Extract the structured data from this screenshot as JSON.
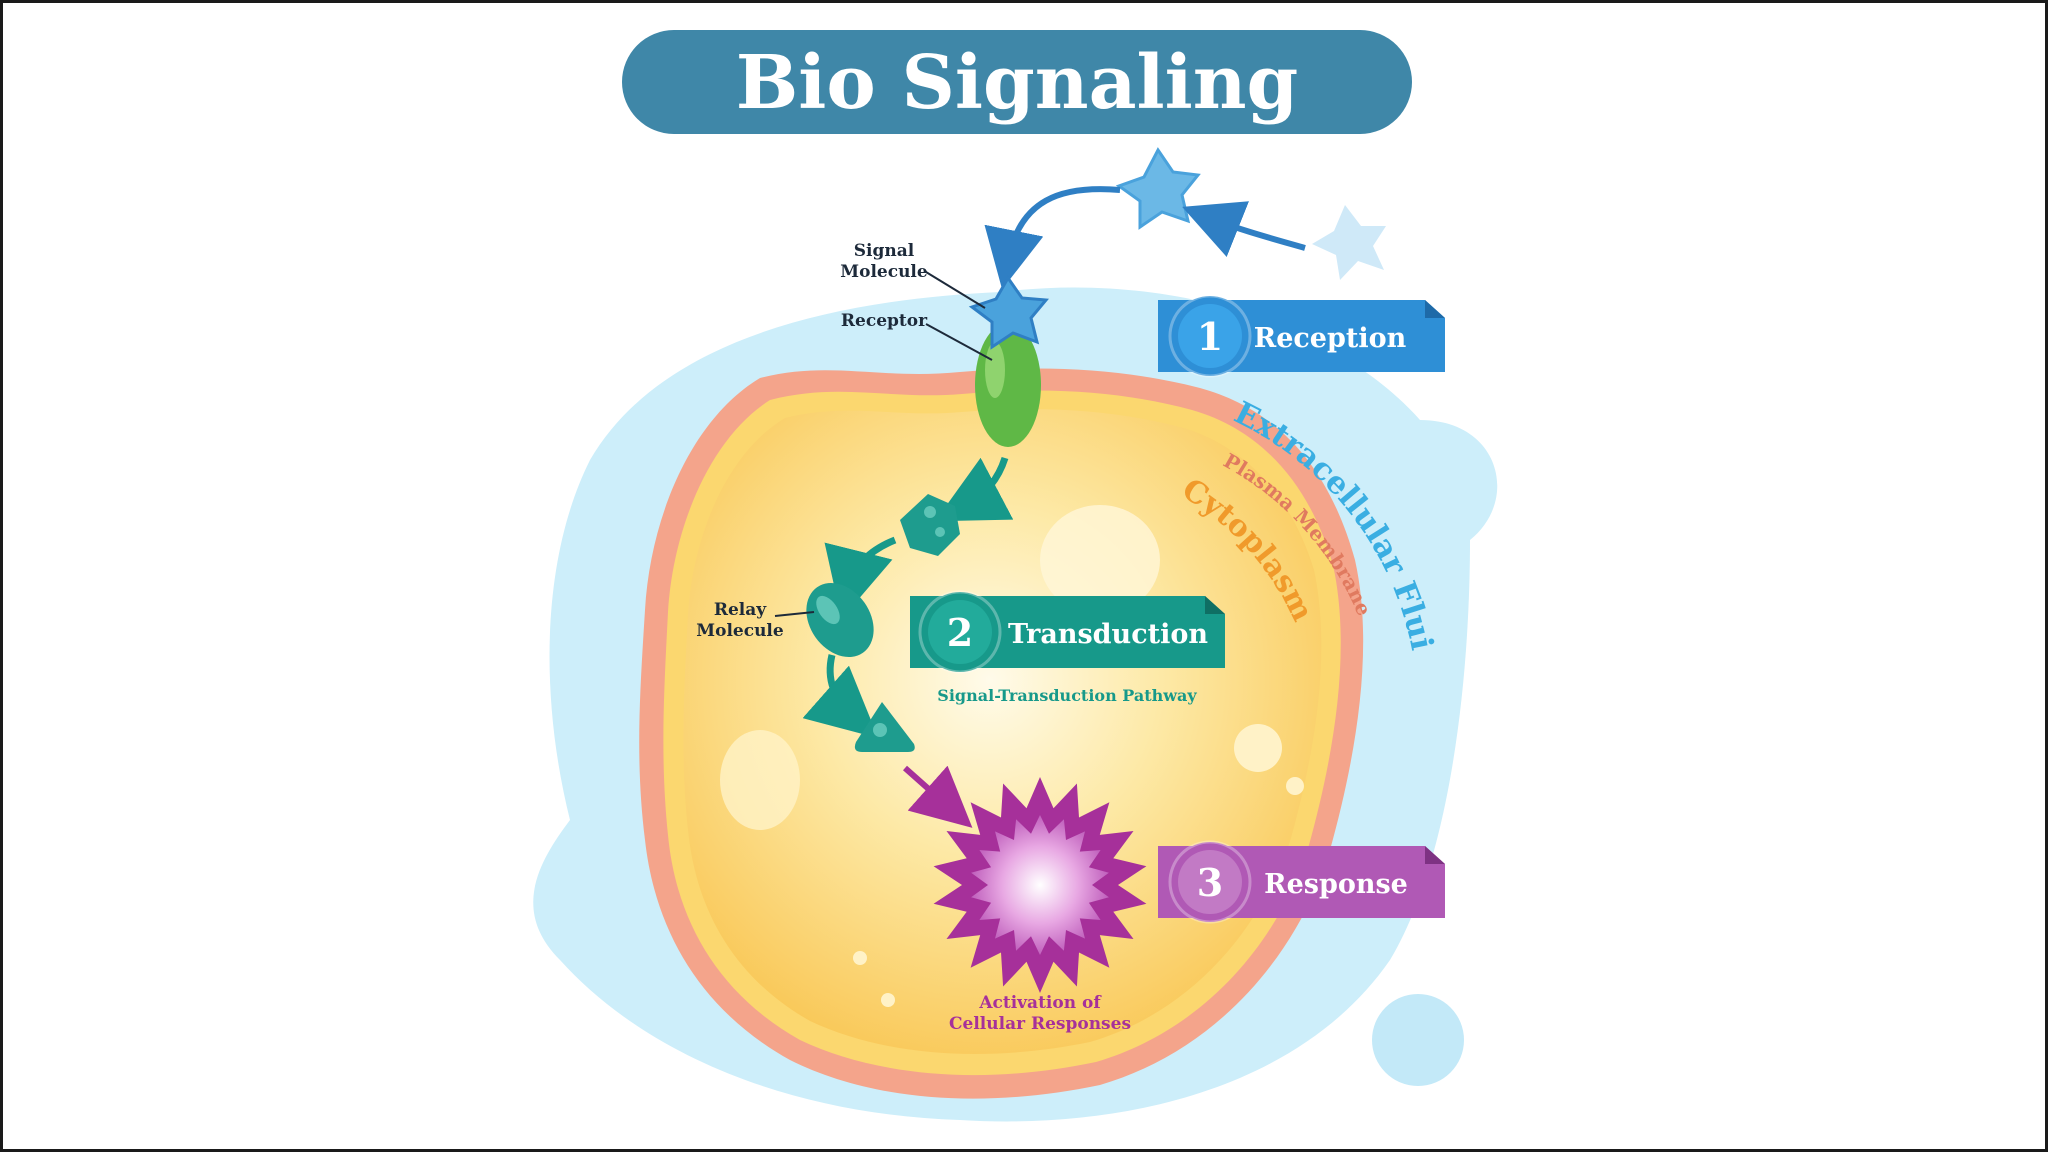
{
  "title": "Bio Signaling",
  "steps": [
    {
      "number": "1",
      "label": "Reception",
      "color": "#2e8fd6"
    },
    {
      "number": "2",
      "label": "Transduction",
      "color": "#17998a",
      "sublabel": "Signal-Transduction Pathway"
    },
    {
      "number": "3",
      "label": "Response",
      "color": "#b059b5"
    }
  ],
  "labels": {
    "signal_molecule_line1": "Signal",
    "signal_molecule_line2": "Molecule",
    "receptor": "Receptor",
    "relay_line1": "Relay",
    "relay_line2": "Molecule",
    "extracellular_fluid": "Extracellular Fluid",
    "plasma_membrane": "Plasma Membrane",
    "cytoplasm": "Cytoplasm",
    "activation_line1": "Activation of",
    "activation_line2": "Cellular Responses"
  },
  "colors": {
    "title_bg": "#3f87a8",
    "extracellular": "#cdeefa",
    "membrane": "#f0a58c",
    "cytoplasm": "#fcd870",
    "signal_star": "#4aa2dc",
    "receptor": "#5fb846",
    "relay": "#1e9c8e",
    "response_burst": "#a6309a"
  }
}
